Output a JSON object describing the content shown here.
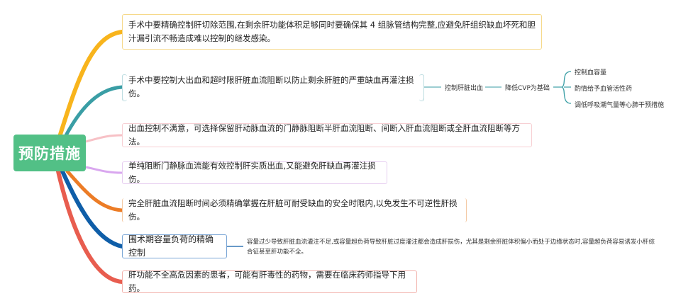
{
  "root": {
    "label": "预防措施",
    "color": "#52c086"
  },
  "branches": [
    {
      "id": "b1",
      "color": "#f8b41c",
      "text": "手术中要精确控制肝切除范围,在剩余肝功能体积足够同时要确保其 4 组脉管结构完整,应避免肝组织缺血坏死和胆汁漏引流不畅造成难以控制的继发感染。"
    },
    {
      "id": "b2",
      "color": "#3a9ea5",
      "text": "手术中要控制大出血和超时限肝脏血流阻断以防止剩余肝脏的严重缺血再灌注损伤。",
      "children": [
        {
          "text": "控制肝脏出血",
          "children": [
            {
              "text": "降低CVP为基础",
              "children": [
                {
                  "text": "控制血容量"
                },
                {
                  "text": "酌情给予血管活性药"
                },
                {
                  "text": "调低呼吸潮气量等心肺干预措施"
                }
              ]
            }
          ]
        }
      ]
    },
    {
      "id": "b3",
      "color": "#f7c1c6",
      "text": "出血控制不满意，可选择保留肝动脉血流的门静脉阻断半肝血流阻断、间断入肝血流阻断或全肝血流阻断等方法。"
    },
    {
      "id": "b4",
      "color": "#d9a7ef",
      "text": "单纯阻断门静脉血流能有效控制肝实质出血,又能避免肝缺血再灌注损伤。"
    },
    {
      "id": "b5",
      "color": "#ec7c26",
      "text": "完全肝脏血流阻断时间必须精确掌握在肝脏可耐受缺血的安全时限内,以免发生不可逆性肝损伤。"
    },
    {
      "id": "b6",
      "color": "#0f5ea8",
      "text": "围术期容量负荷的精确控制",
      "children": [
        {
          "text": "容量过少导致肝脏血流灌注不足,或容量超负荷导致肝脏过度灌注都会造成肝损伤，尤其是剩余肝脏体积偏小而处于边缘状态时,容量超负荷容易诱发小肝综合征甚至肝功能不全。"
        }
      ]
    },
    {
      "id": "b7",
      "color": "#e85d4f",
      "text": "肝功能不全高危因素的患者，可能有肝毒性的药物，需要在临床药师指导下用药。"
    }
  ]
}
